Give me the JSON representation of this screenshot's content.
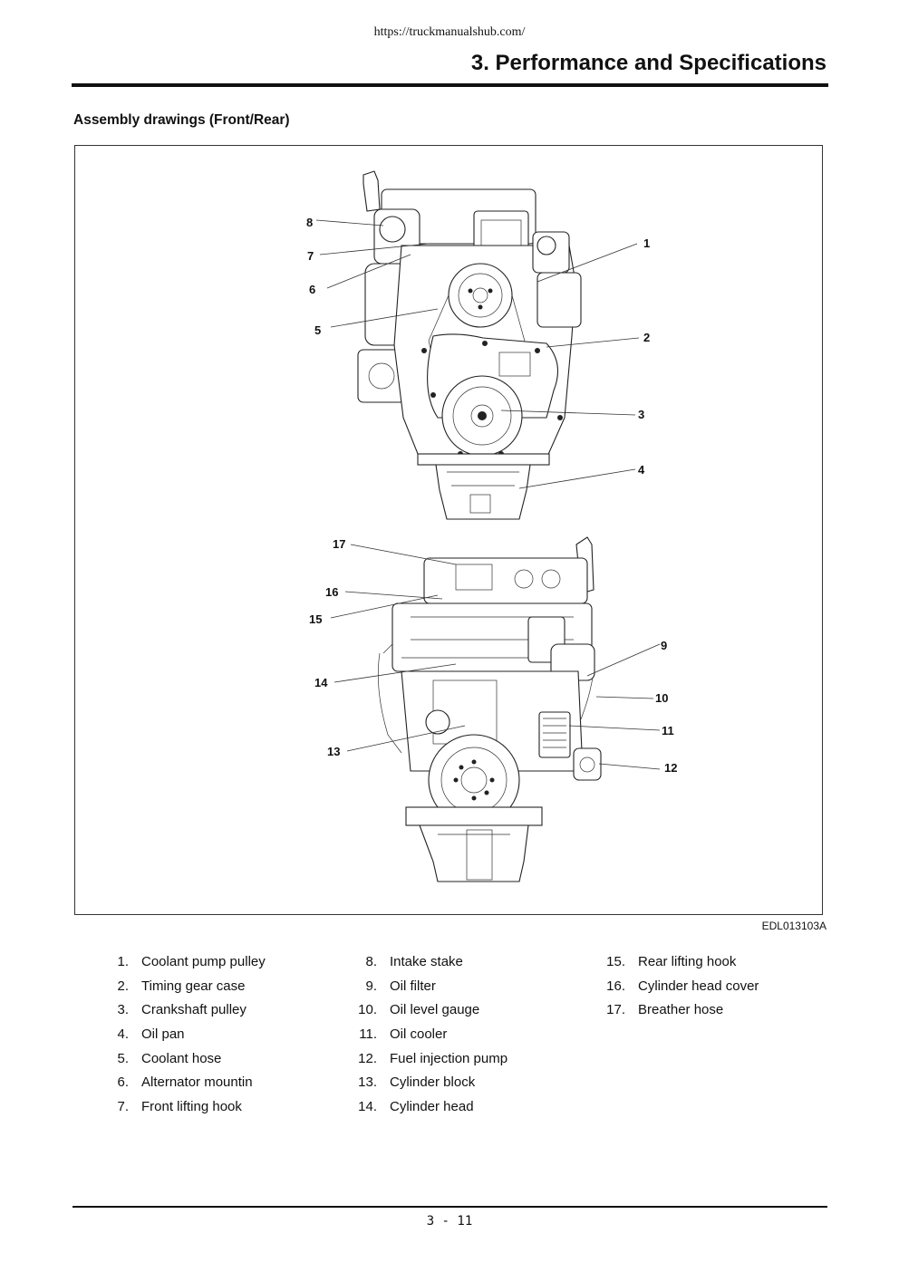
{
  "header": {
    "url": "https://truckmanualshub.com/",
    "chapter_title": "3. Performance and Specifications"
  },
  "section_heading": "Assembly drawings (Front/Rear)",
  "figure": {
    "code": "EDL013103A",
    "callouts": [
      "1",
      "2",
      "3",
      "4",
      "5",
      "6",
      "7",
      "8",
      "9",
      "10",
      "11",
      "12",
      "13",
      "14",
      "15",
      "16",
      "17"
    ]
  },
  "legend": {
    "columns": [
      [
        {
          "num": "1.",
          "label": "Coolant pump pulley"
        },
        {
          "num": "2.",
          "label": "Timing gear case"
        },
        {
          "num": "3.",
          "label": "Crankshaft pulley"
        },
        {
          "num": "4.",
          "label": "Oil pan"
        },
        {
          "num": "5.",
          "label": "Coolant hose"
        },
        {
          "num": "6.",
          "label": "Alternator mountin"
        },
        {
          "num": "7.",
          "label": "Front lifting hook"
        }
      ],
      [
        {
          "num": "8.",
          "label": "Intake stake"
        },
        {
          "num": "9.",
          "label": "Oil filter"
        },
        {
          "num": "10.",
          "label": "Oil level gauge"
        },
        {
          "num": "11.",
          "label": "Oil cooler"
        },
        {
          "num": "12.",
          "label": "Fuel injection pump"
        },
        {
          "num": "13.",
          "label": "Cylinder block"
        },
        {
          "num": "14.",
          "label": "Cylinder head"
        }
      ],
      [
        {
          "num": "15.",
          "label": "Rear lifting hook"
        },
        {
          "num": "16.",
          "label": "Cylinder head cover"
        },
        {
          "num": "17.",
          "label": "Breather hose"
        }
      ]
    ]
  },
  "footer": {
    "page_number": "3 - 11"
  }
}
